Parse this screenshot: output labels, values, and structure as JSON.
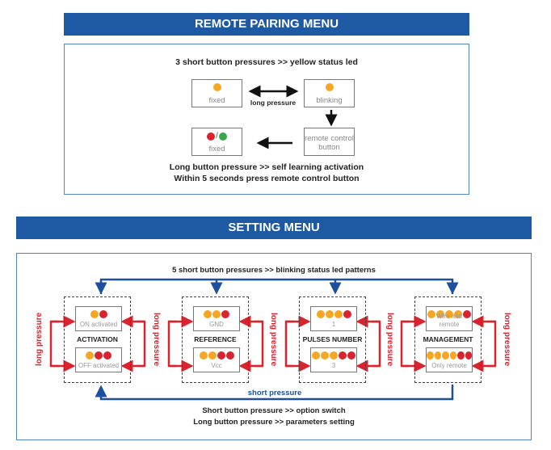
{
  "pairing": {
    "title": "REMOTE PAIRING MENU",
    "intro": "3 short button pressures >> yellow status led",
    "fixed_label": "fixed",
    "blinking_label": "blinking",
    "arrow_label": "long pressure",
    "remote_label": "remote control button",
    "fixed2_label": "fixed",
    "separator": "/",
    "footer1": "Long button pressure >> self learning activation",
    "footer2": "Within 5 seconds press remote control button"
  },
  "setting": {
    "title": "SETTING MENU",
    "top_text": "5 short button pressures >> blinking status led patterns",
    "side_label": "long pressure",
    "bottom_arrow_label": "short pressure",
    "footer1": "Short button pressure >> option switch",
    "footer2": "Long button pressure >> parameters setting",
    "groups": [
      {
        "name": "ACTIVATION",
        "top": {
          "label": "ON activated",
          "leds": [
            "y",
            "r"
          ]
        },
        "bottom": {
          "label": "OFF activated",
          "leds": [
            "y",
            "r",
            "r"
          ]
        }
      },
      {
        "name": "REFERENCE",
        "top": {
          "label": "GND",
          "leds": [
            "y",
            "y",
            "r"
          ]
        },
        "bottom": {
          "label": "Vcc",
          "leds": [
            "y",
            "y",
            "r",
            "r"
          ]
        }
      },
      {
        "name": "PULSES NUMBER",
        "top": {
          "label": "1",
          "leds": [
            "y",
            "y",
            "y",
            "r"
          ]
        },
        "bottom": {
          "label": "3",
          "leds": [
            "y",
            "y",
            "y",
            "r",
            "r"
          ]
        }
      },
      {
        "name": "MANAGEMENT",
        "top": {
          "label": "Wire and remote",
          "leds": [
            "y",
            "y",
            "y",
            "y",
            "r"
          ]
        },
        "bottom": {
          "label": "Only remote",
          "leds": [
            "y",
            "y",
            "y",
            "y",
            "r",
            "r"
          ]
        }
      }
    ]
  },
  "colors": {
    "header_blue": "#1d5aa3",
    "arrow_blue": "#1d4f9c",
    "arrow_red": "#d9232e",
    "led_yellow": "#f5a623",
    "led_red": "#d9232e",
    "led_green": "#3aa84a"
  }
}
